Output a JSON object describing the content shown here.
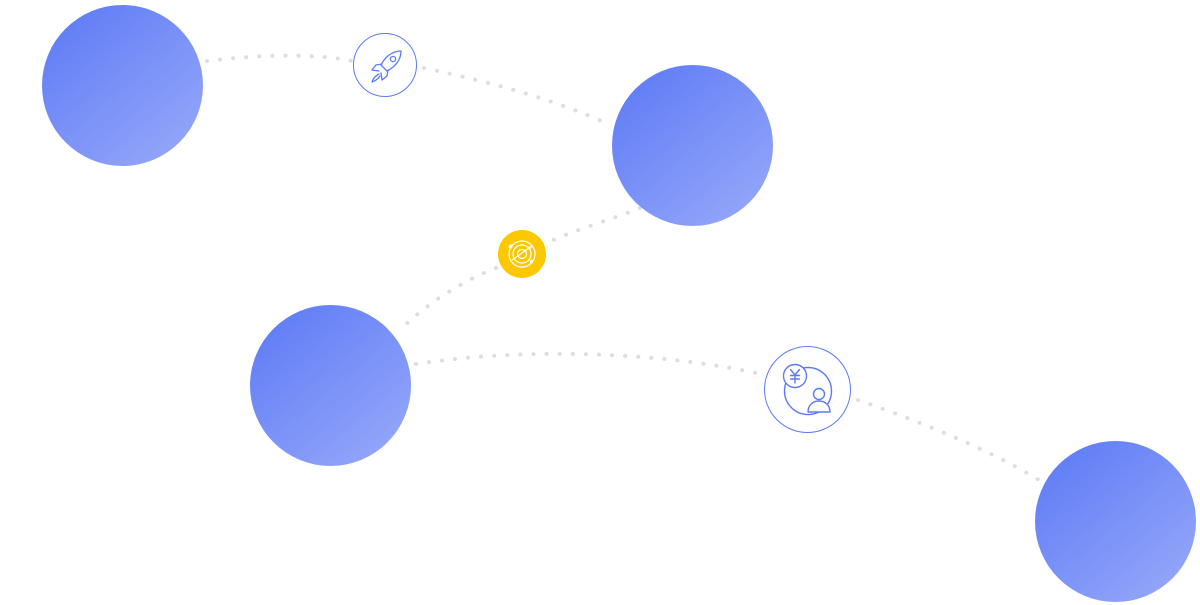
{
  "diagram": {
    "nodes": [
      {
        "id": "node-1"
      },
      {
        "id": "node-2"
      },
      {
        "id": "node-3"
      },
      {
        "id": "node-4"
      }
    ],
    "edges": [
      {
        "from": "node-1",
        "to": "node-2",
        "icon": "rocket-icon"
      },
      {
        "from": "node-2",
        "to": "node-3",
        "icon": "orbit-icon"
      },
      {
        "from": "node-3",
        "to": "node-4",
        "icon": "yuan-user-icon"
      }
    ],
    "icons": [
      {
        "name": "rocket-icon",
        "style": "outline"
      },
      {
        "name": "orbit-icon",
        "style": "filled"
      },
      {
        "name": "yuan-user-icon",
        "style": "outline",
        "symbol": "¥"
      }
    ]
  },
  "colors": {
    "node_gradient_start": "#5a78f5",
    "node_gradient_end": "#9aabfa",
    "icon_outline": "#5b7bf0",
    "orbit_fill": "#fcc800",
    "connector": "#dedede",
    "background": "#ffffff"
  }
}
